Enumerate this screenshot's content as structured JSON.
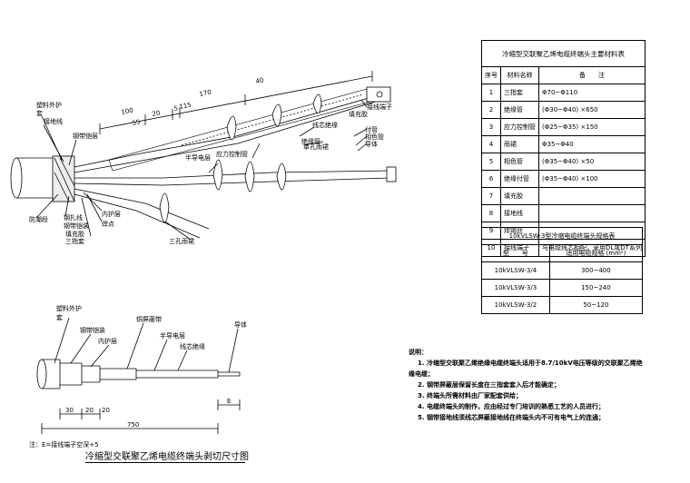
{
  "upper_labels": {
    "plastic_sheath": "塑料外护",
    "plastic_sheath_2": "套",
    "ground_wire": "接地线",
    "steel_armor": "钢带铠层",
    "moisture_seal": "防潮段",
    "steel_wire": "钢扎线",
    "steel_armor_2": "钢带铠装",
    "filler_glue": "填充胶",
    "three_finger": "三指套",
    "inner_sheath": "内护层",
    "solder_point": "焊点",
    "semi_cond": "半导电层",
    "stress_ctrl": "应力控制管",
    "core_insulation": "线芯绝缘",
    "insulation_tube": "绝缘管",
    "single_hole_shed": "单孔雨裙",
    "three_hole_shed": "三孔雨裙",
    "terminal_lug": "接线端子",
    "filler": "填充胶",
    "aux_tube": "付管",
    "phase_tube": "相色管",
    "conductor": "导体"
  },
  "upper_dims": [
    "100",
    "55",
    "20",
    "5",
    "170",
    "40",
    "115"
  ],
  "lower_labels": {
    "plastic_sheath": "塑料外护",
    "plastic_sheath_2": "套",
    "steel_armor_install": "钢带铠装",
    "inner_sheath": "内护层",
    "copper_shield": "铜屏蔽带",
    "semi_cond": "半导电层",
    "core_insulation": "线芯绝缘",
    "conductor": "导体"
  },
  "lower_dims": [
    "30",
    "20",
    "20",
    "750",
    "E"
  ],
  "footnote": "注：E=接线端子空深+5",
  "caption": "冷缩型交联聚乙烯电缆终端头剥切尺寸图",
  "materials": {
    "title": "冷缩型交联聚乙烯电缆终端头主要材料表",
    "col_no": "序号",
    "col_name": "材料名称",
    "col_note": "备　　注",
    "rows": [
      {
        "no": "1",
        "name": "三指套",
        "note": "Φ70~Φ110"
      },
      {
        "no": "2",
        "name": "绝缘管",
        "note": "(Φ30~Φ40) ×650"
      },
      {
        "no": "3",
        "name": "应力控制管",
        "note": "(Φ25~Φ35) ×150"
      },
      {
        "no": "4",
        "name": "雨裙",
        "note": "Φ35~Φ40"
      },
      {
        "no": "5",
        "name": "相色管",
        "note": "(Φ35~Φ40) ×50"
      },
      {
        "no": "6",
        "name": "绝缘付管",
        "note": "(Φ35~Φ40) ×100"
      },
      {
        "no": "7",
        "name": "填充胶",
        "note": ""
      },
      {
        "no": "8",
        "name": "接地线",
        "note": ""
      },
      {
        "no": "9",
        "name": "焊锡丝",
        "note": ""
      },
      {
        "no": "10",
        "name": "接线端子",
        "note": "与电缆线芯相配，采用DL或DT系列"
      }
    ]
  },
  "spec": {
    "title": "10kVLSW-3型冷缩电缆终端头规格表",
    "col_model": "型　　号",
    "col_size": "适用电缆规格 (mm²)",
    "rows": [
      {
        "model": "10kVLSW-3/4",
        "size": "300~400"
      },
      {
        "model": "10kVLSW-3/3",
        "size": "150~240"
      },
      {
        "model": "10kVLSW-3/2",
        "size": "50~120"
      }
    ]
  },
  "notes": {
    "title": "说明：",
    "items": [
      "1. 冷缩型交联聚乙烯绝缘电缆终端头适用于8.7/10kV电压等级的交联聚乙烯绝",
      "缘电缆；",
      "2. 钢带屏蔽层保留长度在三指套套入后才能确定；",
      "3. 终端头所需材料由厂家配套供给；",
      "4. 电缆终端头的制作，应由经过专门培训的熟悉工艺的人员进行；",
      "5. 钢带接地线须线芯屏蔽接地线在终端头内不可有电气上的连通；"
    ]
  }
}
